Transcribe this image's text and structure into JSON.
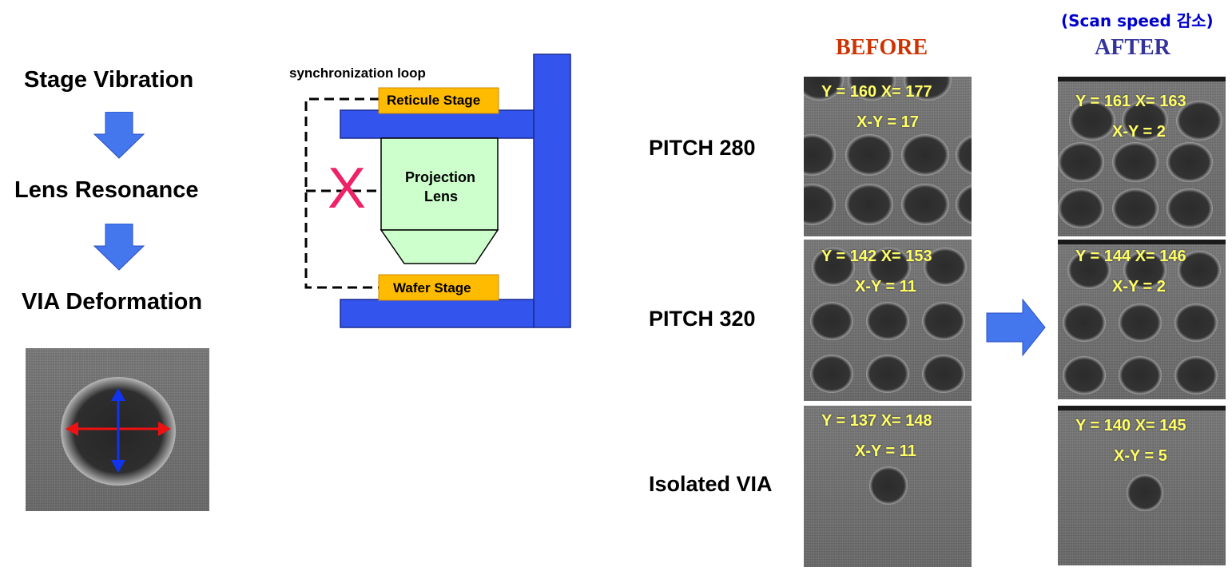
{
  "flow": {
    "step1": "Stage Vibration",
    "step2": "Lens Resonance",
    "step3": "VIA Deformation"
  },
  "diagram": {
    "loop_label": "synchronization loop",
    "reticule_stage": "Reticule Stage",
    "projection_lens_line1": "Projection",
    "projection_lens_line2": "Lens",
    "wafer_stage": "Wafer Stage",
    "broken_mark": "X"
  },
  "columns": {
    "before": "BEFORE",
    "after": "AFTER",
    "after_note": "(Scan speed 감소)"
  },
  "rows": [
    {
      "label": "PITCH 280",
      "before": {
        "xy": "Y = 160  X= 177",
        "diff": "X-Y = 17"
      },
      "after": {
        "xy": "Y = 161  X= 163",
        "diff": "X-Y = 2"
      }
    },
    {
      "label": "PITCH 320",
      "before": {
        "xy": "Y = 142  X= 153",
        "diff": "X-Y = 11"
      },
      "after": {
        "xy": "Y = 144  X= 146",
        "diff": "X-Y = 2"
      }
    },
    {
      "label": "Isolated VIA",
      "before": {
        "xy": "Y = 137  X= 148",
        "diff": "X-Y = 11"
      },
      "after": {
        "xy": "Y = 140  X= 145",
        "diff": "X-Y = 5"
      }
    }
  ],
  "colors": {
    "stage_blue": "#3355ee",
    "stage_yellow": "#ffbb00",
    "lens_green": "#ccffcc",
    "before_red": "#cc3300",
    "after_navy": "#333399",
    "note_blue": "#0000cc",
    "measure_yellow": "#ffff66",
    "arrow_blue": "#4477ee"
  }
}
